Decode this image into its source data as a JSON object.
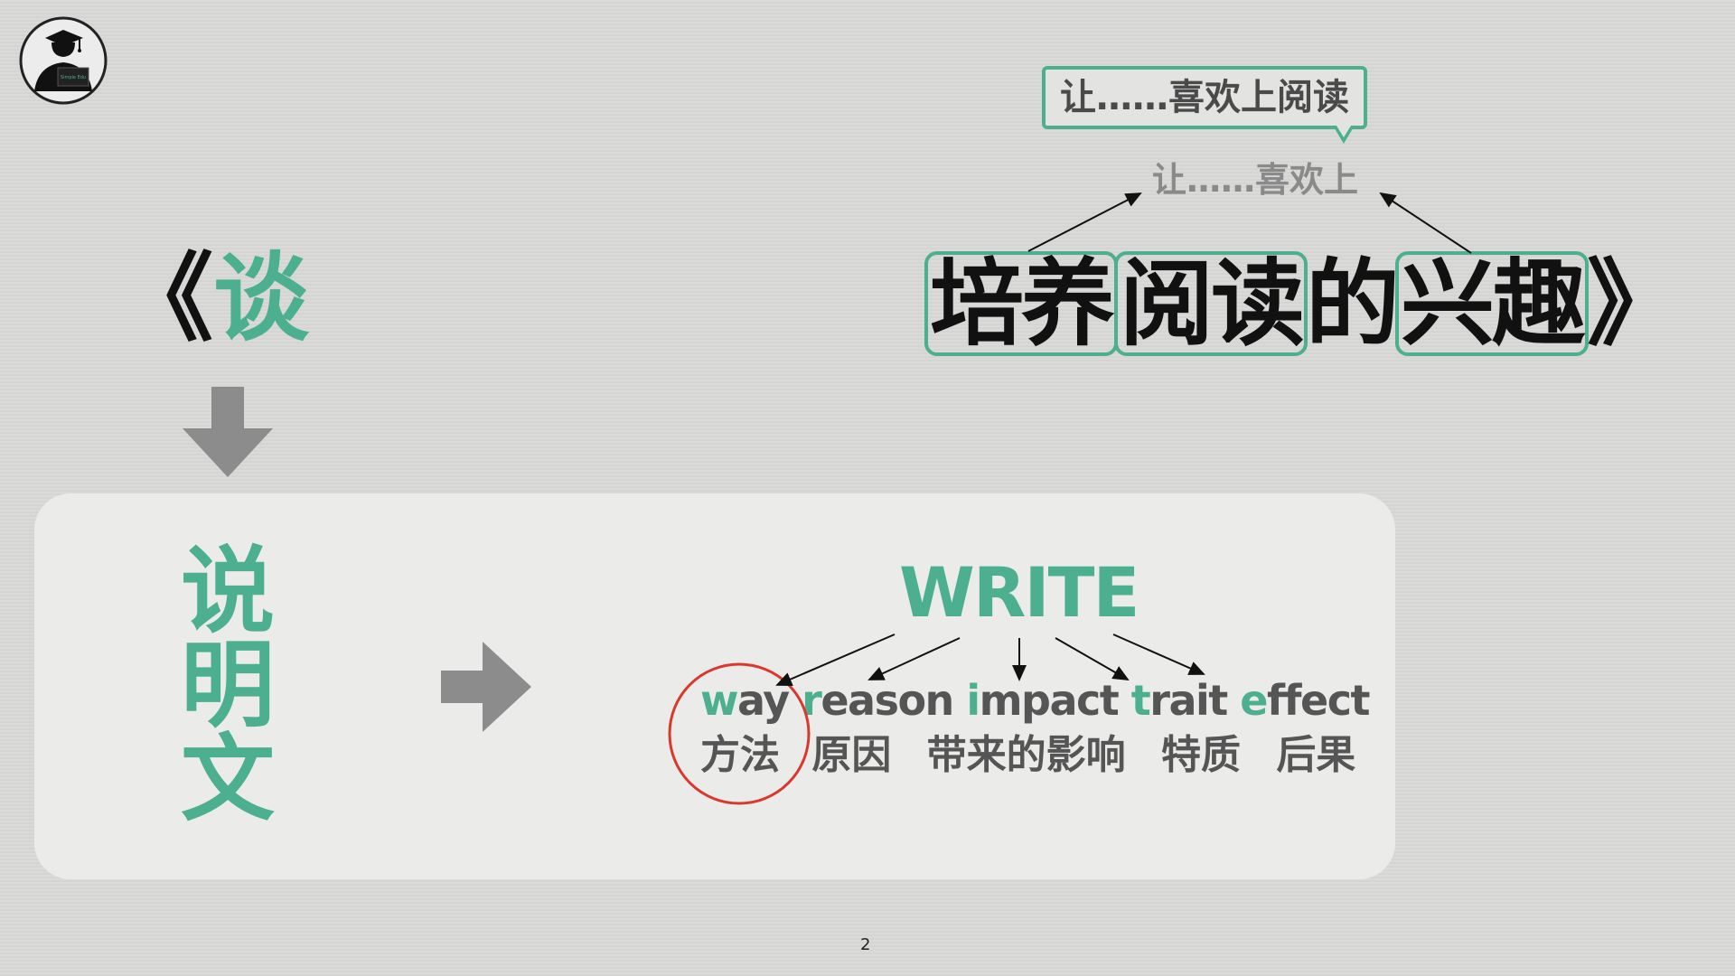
{
  "logo": {
    "text": "Simple Edu"
  },
  "title_left": {
    "open_bracket": "《",
    "char": "谈"
  },
  "title_right": {
    "part1": "培养",
    "part2": "阅读",
    "part3": "的",
    "part4": "兴趣",
    "close_bracket": "》"
  },
  "callout": "让……喜欢上阅读",
  "subtitle": "让……喜欢上",
  "vertical_text": [
    "说",
    "明",
    "文"
  ],
  "write_heading": "WRITE",
  "words": [
    {
      "first": "w",
      "rest": "ay",
      "zh": "方法"
    },
    {
      "first": "r",
      "rest": "eason",
      "zh": "原因"
    },
    {
      "first": "i",
      "rest": "mpact",
      "zh": "带来的影响"
    },
    {
      "first": "t",
      "rest": "rait",
      "zh": "特质"
    },
    {
      "first": "e",
      "rest": "ffect",
      "zh": "后果"
    }
  ],
  "page_number": "2",
  "colors": {
    "accent_green": "#4caf8f",
    "highlight_red": "#d9382c",
    "arrow_gray": "#8c8c8c"
  }
}
